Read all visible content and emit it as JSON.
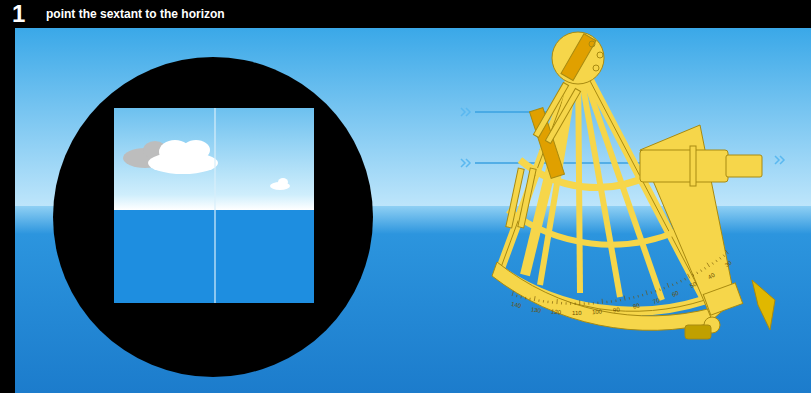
{
  "diagram": {
    "title": "point the sextant to the horizon",
    "labels": [
      "1",
      "140",
      "130",
      "120",
      "110",
      "100",
      "90",
      "80",
      "70",
      "60",
      "50",
      "40",
      "30"
    ]
  }
}
